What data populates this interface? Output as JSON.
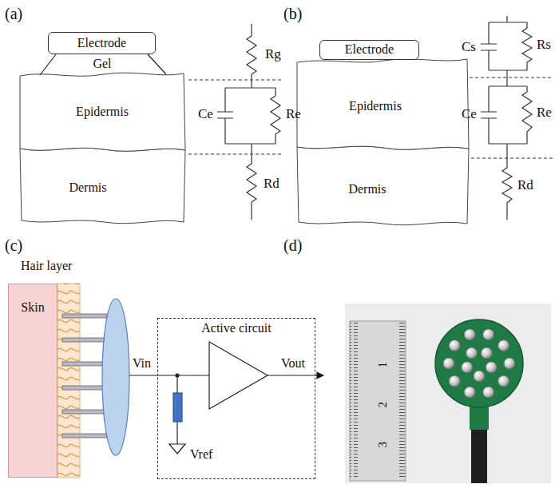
{
  "diagram": {
    "nodes": [
      {
        "text": [
          "Electrode"
        ]
      },
      {
        "text": [
          "Gel"
        ]
      },
      {
        "text": [
          "Epidermis"
        ]
      },
      {
        "text": [
          "Dermis"
        ]
      },
      {
        "text": [
          "Electrode"
        ]
      },
      {
        "text": [
          "Epidermis"
        ]
      },
      {
        "text": [
          "Dermis"
        ]
      },
      {
        "text": [
          "Skin"
        ]
      },
      {
        "text": [
          "Active circuit"
        ]
      }
    ],
    "labels": [
      "(a)",
      "Rg",
      "Ce",
      "Re",
      "Rd",
      "(b)",
      "Cs",
      "Rs",
      "Ce",
      "Re",
      "Rd",
      "(c)",
      "Hair layer",
      "Vin",
      "Vref",
      "Vout",
      "(d)",
      "1",
      "2",
      "3"
    ]
  }
}
